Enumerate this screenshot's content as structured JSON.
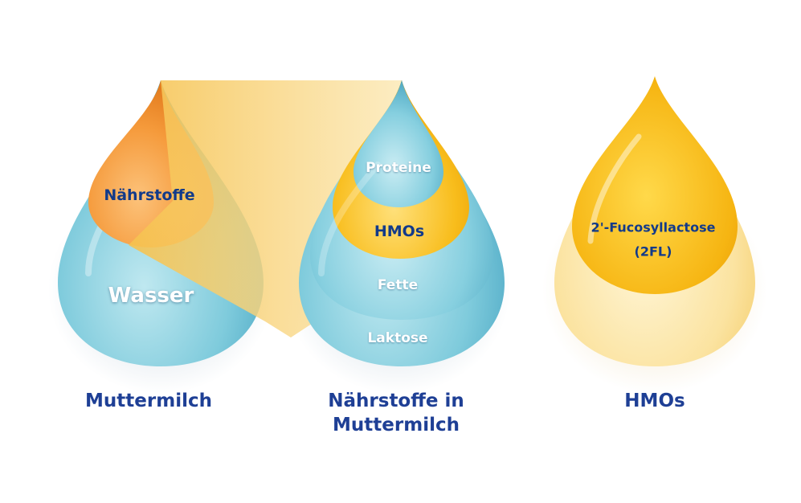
{
  "colors": {
    "caption": "#1e3f95",
    "label_dark": "#123a8a",
    "water_drop": "#6fc6d9",
    "nutrient_drop": "#f49a3a",
    "hmo_drop": "#f5b400",
    "cone": "#f7cd6a"
  },
  "drops": {
    "milk": {
      "inner_label": "Nährstoffe",
      "outer_label": "Wasser",
      "caption": "Muttermilch"
    },
    "nutrients": {
      "layers": [
        "Proteine",
        "HMOs",
        "Fette",
        "Laktose"
      ],
      "caption_lines": [
        "Nährstoffe in",
        "Muttermilch"
      ]
    },
    "hmos": {
      "inner_lines": [
        "2'-Fucosyllactose",
        "(2FL)"
      ],
      "caption": "HMOs"
    }
  }
}
